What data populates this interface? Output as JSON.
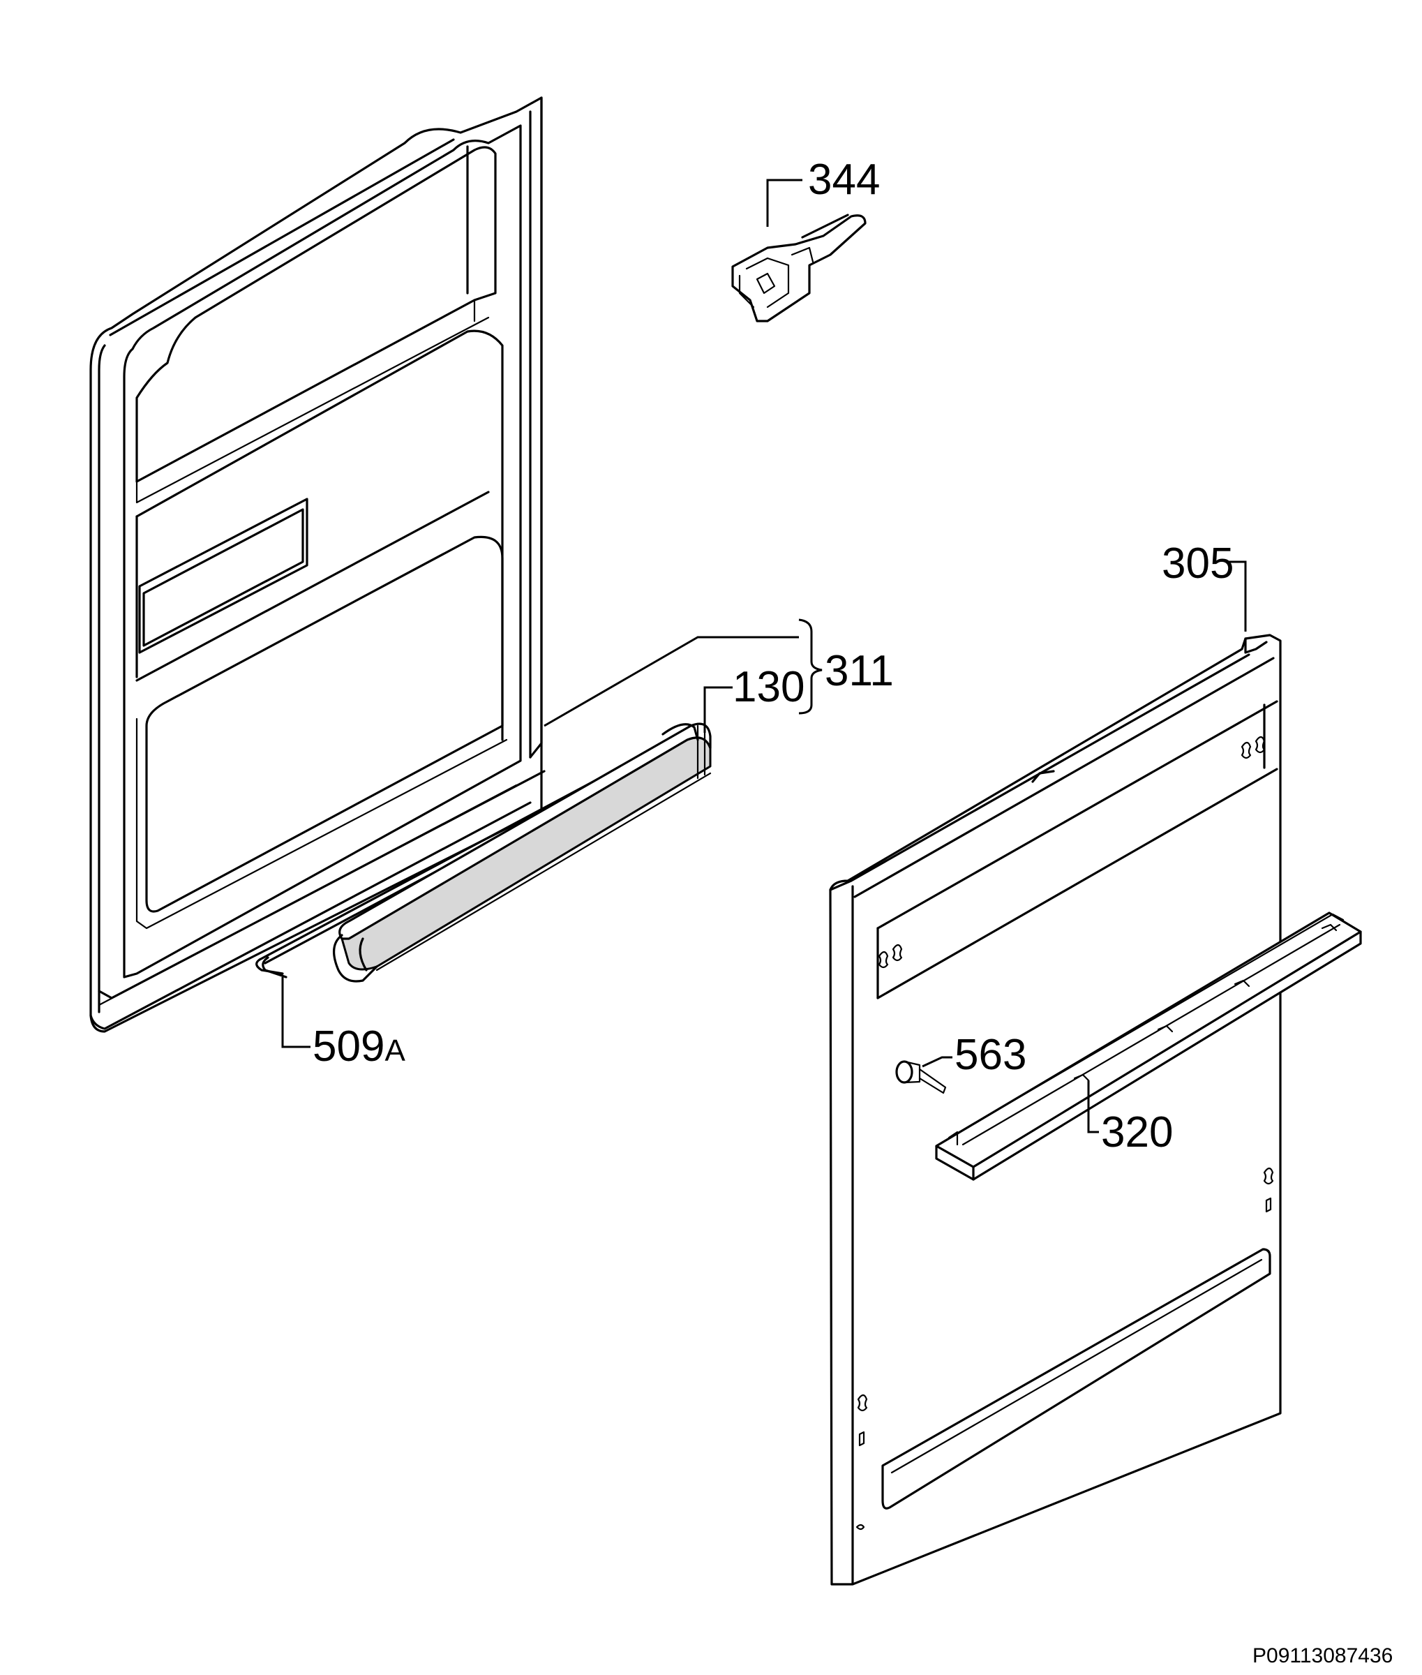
{
  "labels": {
    "p344": "344",
    "p305": "305",
    "p311": "311",
    "p130": "130",
    "p509": "509",
    "p509_suffix": "A",
    "p563": "563",
    "p320": "320"
  },
  "reference_code": "P09113087436"
}
